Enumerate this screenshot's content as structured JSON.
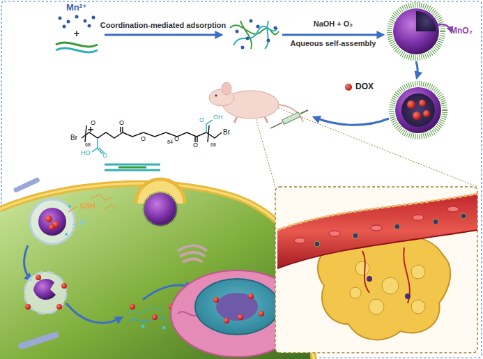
{
  "diagram": {
    "labels": [
      "Mn²⁺",
      "Coordination-mediated adsorption",
      "NaOH + O₂",
      "Aqueous self-assembly",
      "MnO₂",
      "DOX",
      "Br",
      "68",
      "O",
      "HO",
      "O",
      "O",
      "O",
      "84",
      "O",
      "O",
      "68",
      "OH",
      "O",
      "Br",
      "GSH",
      "H⁺",
      "+"
    ]
  }
}
